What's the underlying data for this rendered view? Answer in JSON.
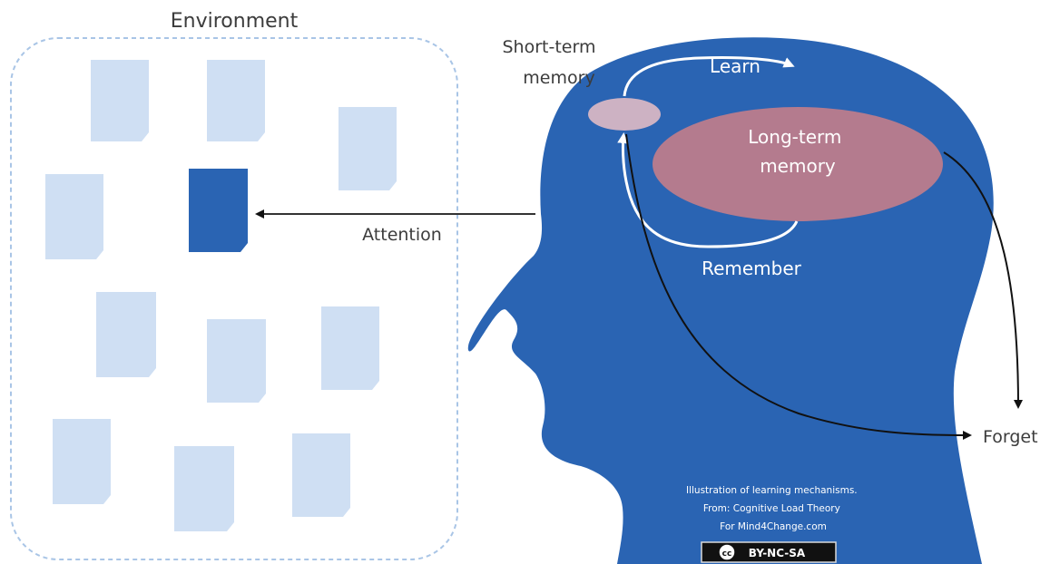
{
  "environment": {
    "label": "Environment"
  },
  "labels": {
    "short_term": [
      "Short-term",
      "memory"
    ],
    "long_term": [
      "Long-term",
      "memory"
    ],
    "learn": "Learn",
    "remember": "Remember",
    "attention": "Attention",
    "forget": "Forget"
  },
  "credits": {
    "lines": [
      "Illustration of learning mechanisms.",
      "From: Cognitive Load Theory",
      "For Mind4Change.com"
    ],
    "license": "BY-NC-SA"
  },
  "colors": {
    "head": "#2a64b3",
    "document": "#cfdff3",
    "document_highlight": "#2a64b3",
    "long_term": "#b47b8e",
    "short_term": "#cdb2c3",
    "environment_border": "#a9c5e6",
    "text": "#3c3c3c"
  }
}
